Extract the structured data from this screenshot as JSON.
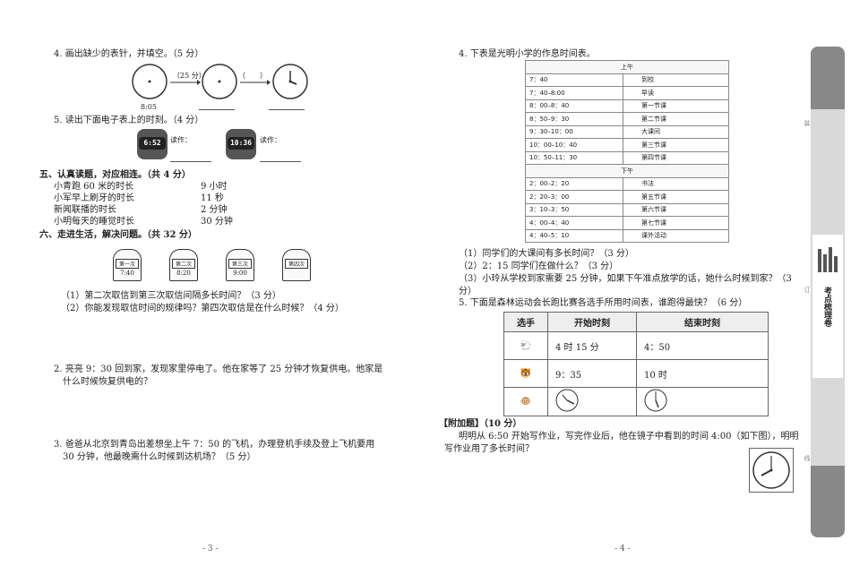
{
  "left": {
    "q4_title": "4. 画出缺少的表针，并填空。（5 分）",
    "q4_arrow1": "（25 分）",
    "q4_arrow2": "（　　）",
    "q4_time": "8:05",
    "q5_title": "5. 读出下面电子表上的时刻。（4 分）",
    "watch1": "6:52",
    "watch2": "10:36",
    "read_label": "读作：",
    "sec5_title": "五、认真读题，对应相连。（共 4 分）",
    "sec5_left": [
      "小青跑 60 米的时长",
      "小军早上刷牙的时长",
      "新闻联播的时长",
      "小明每天的睡觉时长"
    ],
    "sec5_right": [
      "9 小时",
      "11 秒",
      "2 分钟",
      "30 分钟"
    ],
    "sec6_title": "六、走进生活，解决问题。（共 32 分）",
    "mailboxes": [
      {
        "label": "第一次",
        "time": "7:40"
      },
      {
        "label": "第二次",
        "time": "8:20"
      },
      {
        "label": "第三次",
        "time": "9:00"
      },
      {
        "label": "第四次",
        "time": ""
      }
    ],
    "s6q1_a": "（1）第二次取信到第三次取信间隔多长时间？（3 分）",
    "s6q1_b": "（2）你能发现取信时间的规律吗？第四次取信是在什么时候？（4 分）",
    "s6q2_l1": "2. 亮亮 9：30 回到家，发现家里停电了。他在家等了 25 分钟才恢复供电。他家是",
    "s6q2_l2": "什么时候恢复供电的？",
    "s6q3_l1": "3. 爸爸从北京到青岛出差想坐上午 7：50 的飞机，办理登机手续及登上飞机要用",
    "s6q3_l2": "30 分钟，他最晚需什么时候到达机场？（5 分）",
    "page": "- 3 -"
  },
  "right": {
    "q4_title": "4. 下表是光明小学的作息时间表。",
    "am_label": "上午",
    "pm_label": "下午",
    "am_rows": [
      [
        "7：40",
        "到校"
      ],
      [
        "7：40–8:00",
        "早读"
      ],
      [
        "8：00–8：40",
        "第一节课"
      ],
      [
        "8：50–9：30",
        "第二节课"
      ],
      [
        "9：30–10：00",
        "大课间"
      ],
      [
        "10：00–10：40",
        "第三节课"
      ],
      [
        "10：50–11：30",
        "第四节课"
      ]
    ],
    "pm_rows": [
      [
        "2：00–2：20",
        "书法"
      ],
      [
        "2：20–3：00",
        "第五节课"
      ],
      [
        "3：10–3：50",
        "第六节课"
      ],
      [
        "4：00–4：40",
        "第七节课"
      ],
      [
        "4：40–5：10",
        "课外活动"
      ]
    ],
    "q4_1": "（1）同学们的大课间有多长时间？（3 分）",
    "q4_2": "（2）2：15 同学们在做什么？（3 分）",
    "q4_3a": "（3）小玲从学校到家需要 25 分钟，如果下午准点放学的话，她什么时候到家？（3",
    "q4_3b": "分）",
    "q5_title": "5. 下面是森林运动会长跑比赛各选手所用时间表，谁跑得最快？（6 分）",
    "race_headers": [
      "选手",
      "开始时刻",
      "结束时刻"
    ],
    "race_rows": [
      {
        "start": "4 时 15 分",
        "end": "4：50"
      },
      {
        "start": "9：35",
        "end": "10 时"
      },
      {
        "start": "",
        "end": ""
      }
    ],
    "bonus_title": "【附加题】（10 分）",
    "bonus_l1": "明明从 6:50 开始写作业，写完作业后，他在镜子中看到的时间 4:00（如下图），明明",
    "bonus_l2": "写作业用了多长时间？",
    "page": "- 4 -"
  },
  "sidebar": {
    "title": "考点梳理卷",
    "marks": [
      "装",
      "订",
      "线"
    ]
  }
}
